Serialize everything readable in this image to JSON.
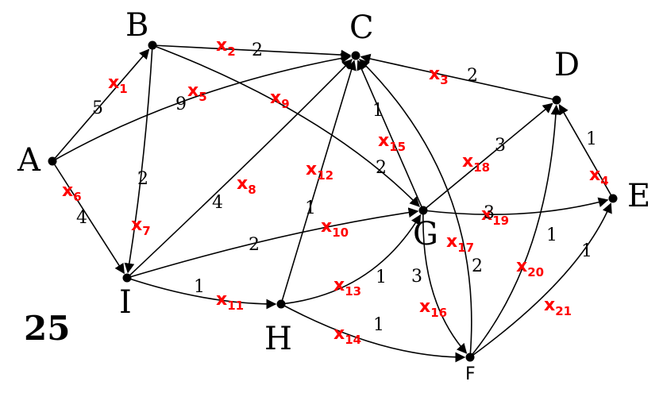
{
  "title": "25",
  "nodes": [
    {
      "id": "A",
      "label": "A"
    },
    {
      "id": "B",
      "label": "B"
    },
    {
      "id": "C",
      "label": "C"
    },
    {
      "id": "D",
      "label": "D"
    },
    {
      "id": "E",
      "label": "E"
    },
    {
      "id": "F",
      "label": "F"
    },
    {
      "id": "G",
      "label": "G"
    },
    {
      "id": "H",
      "label": "H"
    },
    {
      "id": "I",
      "label": "I"
    }
  ],
  "edges": [
    {
      "from": "A",
      "to": "B",
      "var": "x",
      "sub": "1",
      "weight": "5"
    },
    {
      "from": "B",
      "to": "C",
      "var": "x",
      "sub": "2",
      "weight": "2"
    },
    {
      "from": "D",
      "to": "C",
      "var": "x",
      "sub": "3",
      "weight": "2"
    },
    {
      "from": "E",
      "to": "D",
      "var": "x",
      "sub": "4",
      "weight": "1"
    },
    {
      "from": "A",
      "to": "C",
      "var": "x",
      "sub": "5",
      "weight": "9"
    },
    {
      "from": "A",
      "to": "I",
      "var": "x",
      "sub": "6",
      "weight": "4"
    },
    {
      "from": "B",
      "to": "I",
      "var": "x",
      "sub": "7",
      "weight": "2"
    },
    {
      "from": "I",
      "to": "C",
      "var": "x",
      "sub": "8",
      "weight": "4"
    },
    {
      "from": "B",
      "to": "G",
      "var": "x",
      "sub": "9",
      "weight": "2"
    },
    {
      "from": "I",
      "to": "G",
      "var": "x",
      "sub": "10",
      "weight": "2"
    },
    {
      "from": "I",
      "to": "H",
      "var": "x",
      "sub": "11",
      "weight": "1"
    },
    {
      "from": "H",
      "to": "C",
      "var": "x",
      "sub": "12",
      "weight": "1"
    },
    {
      "from": "H",
      "to": "G",
      "var": "x",
      "sub": "13",
      "weight": "1"
    },
    {
      "from": "H",
      "to": "F",
      "var": "x",
      "sub": "14",
      "weight": "1"
    },
    {
      "from": "G",
      "to": "C",
      "var": "x",
      "sub": "15",
      "weight": "1"
    },
    {
      "from": "G",
      "to": "F",
      "var": "x",
      "sub": "16",
      "weight": "3"
    },
    {
      "from": "F",
      "to": "C",
      "var": "x",
      "sub": "17",
      "weight": "2"
    },
    {
      "from": "G",
      "to": "D",
      "var": "x",
      "sub": "18",
      "weight": "3"
    },
    {
      "from": "G",
      "to": "E",
      "var": "x",
      "sub": "19",
      "weight": "3"
    },
    {
      "from": "F",
      "to": "D",
      "var": "x",
      "sub": "20",
      "weight": "1"
    },
    {
      "from": "F",
      "to": "E",
      "var": "x",
      "sub": "21",
      "weight": "1"
    }
  ],
  "colors": {
    "edge": "#000000",
    "variable": "#ff0000",
    "node": "#000000"
  }
}
